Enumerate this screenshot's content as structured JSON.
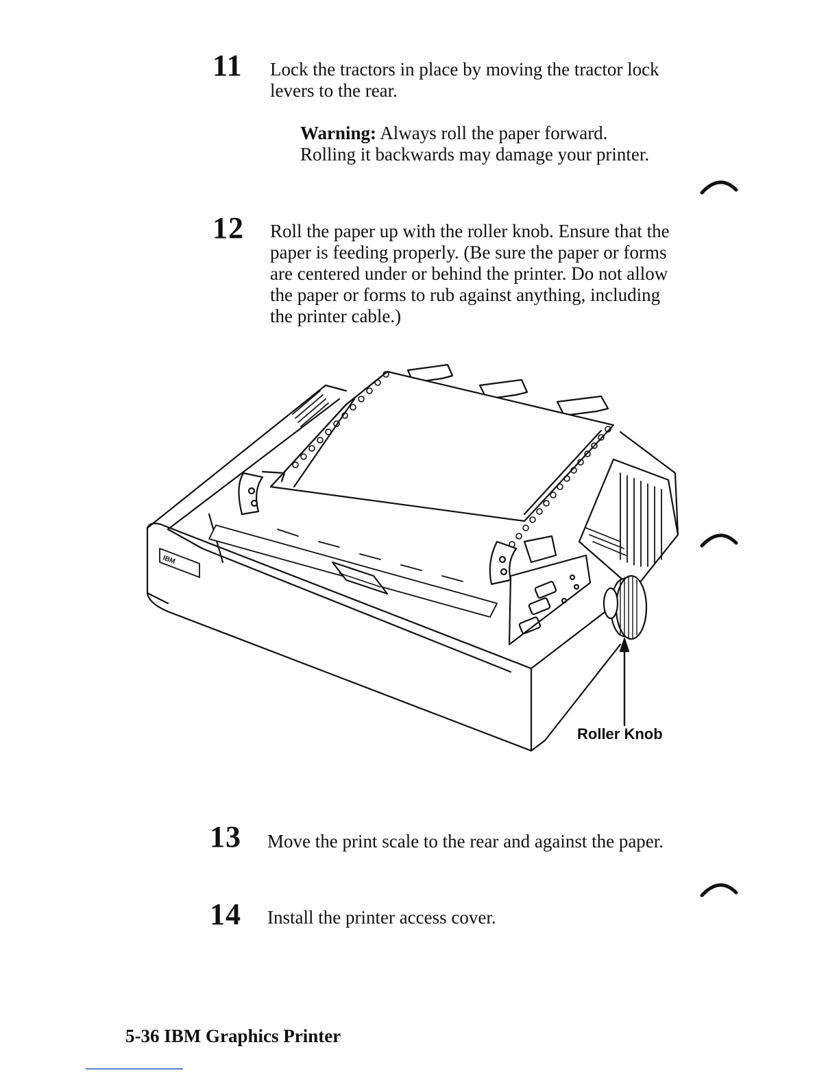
{
  "steps": [
    {
      "number": "11",
      "text": "Lock the tractors in place by moving the tractor lock levers to the rear."
    },
    {
      "number": "12",
      "text": "Roll the paper up with the roller knob.  Ensure that the paper is feeding properly.  (Be sure the paper or forms are centered under or behind the printer.  Do not allow the paper or forms to rub against anything, including the printer cable.)"
    },
    {
      "number": "13",
      "text": "Move the print scale to the rear and against the paper."
    },
    {
      "number": "14",
      "text": "Install the printer access cover."
    }
  ],
  "warning": {
    "label": "Warning:",
    "text": "Always roll the paper forward. Rolling it backwards may damage your printer."
  },
  "figure": {
    "callout_label": "Roller Knob",
    "badge_text": "IBM"
  },
  "footer": {
    "page_label": "5-36  IBM Graphics Printer"
  }
}
